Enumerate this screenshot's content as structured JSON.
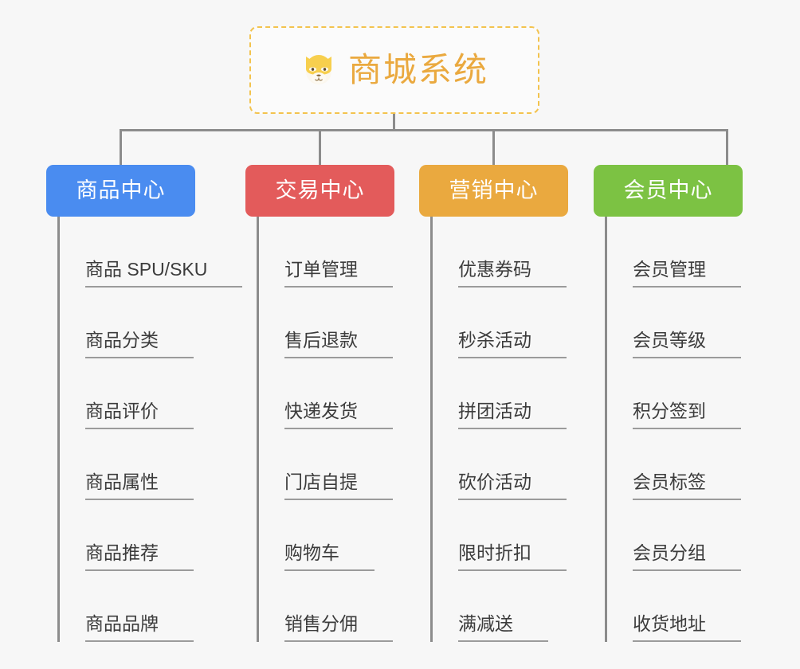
{
  "root": {
    "title": "商城系统",
    "icon": "dog-face-icon",
    "icon_glyph": "🐶",
    "border_color": "#f3c34e",
    "text_color": "#eaa93f",
    "background": "#fbfbfb"
  },
  "canvas": {
    "background": "#f7f7f7",
    "connector_color": "#8c8c8c"
  },
  "branches": [
    {
      "label": "商品中心",
      "color": "#4a8cf0",
      "children": [
        {
          "label": "商品 SPU/SKU"
        },
        {
          "label": "商品分类"
        },
        {
          "label": "商品评价"
        },
        {
          "label": "商品属性"
        },
        {
          "label": "商品推荐"
        },
        {
          "label": "商品品牌"
        }
      ]
    },
    {
      "label": "交易中心",
      "color": "#e35b5b",
      "children": [
        {
          "label": "订单管理"
        },
        {
          "label": "售后退款"
        },
        {
          "label": "快递发货"
        },
        {
          "label": "门店自提"
        },
        {
          "label": "购物车"
        },
        {
          "label": "销售分佣"
        }
      ]
    },
    {
      "label": "营销中心",
      "color": "#eaa93f",
      "children": [
        {
          "label": "优惠券码"
        },
        {
          "label": "秒杀活动"
        },
        {
          "label": "拼团活动"
        },
        {
          "label": "砍价活动"
        },
        {
          "label": "限时折扣"
        },
        {
          "label": "满减送"
        }
      ]
    },
    {
      "label": "会员中心",
      "color": "#7cc243",
      "children": [
        {
          "label": "会员管理"
        },
        {
          "label": "会员等级"
        },
        {
          "label": "积分签到"
        },
        {
          "label": "会员标签"
        },
        {
          "label": "会员分组"
        },
        {
          "label": "收货地址"
        }
      ]
    }
  ]
}
